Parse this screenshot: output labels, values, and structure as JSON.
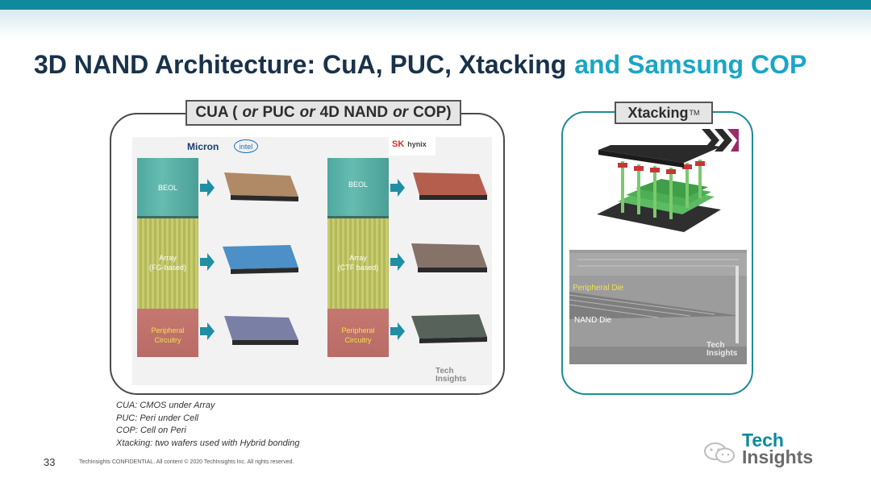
{
  "slide": {
    "title_main": "3D NAND Architecture: CuA, PUC, Xtacking",
    "title_accent": "and Samsung COP",
    "cua_panel": {
      "label_parts": [
        "CUA (",
        "or",
        " PUC ",
        "or",
        " 4D NAND ",
        "or",
        " COP)"
      ],
      "logos": {
        "micron": "Micron",
        "intel": "intel",
        "sk": "SK",
        "hynix": "hynix"
      },
      "left_stack": {
        "beol": "BEOL",
        "array_1": "Array",
        "array_2": "(FG-based)",
        "peri_1": "Peripheral",
        "peri_2": "Circuitry"
      },
      "right_stack": {
        "beol": "BEOL",
        "array_1": "Array",
        "array_2": "(CTF based)",
        "peri_1": "Peripheral",
        "peri_2": "Circuitry"
      },
      "watermark_1": "Tech",
      "watermark_2": "Insights"
    },
    "xtacking_panel": {
      "label": "Xtacking",
      "tm": "TM",
      "peripheral_die": "Peripheral Die",
      "nand_die": "NAND Die",
      "watermark_1": "Tech",
      "watermark_2": "Insights"
    },
    "notes": [
      "CUA: CMOS under Array",
      "PUC: Peri under Cell",
      "COP: Cell on Peri",
      "Xtacking: two wafers used with Hybrid bonding"
    ],
    "page_number": "33",
    "footer": "TechInsights CONFIDENTIAL. All content © 2020 TechInsights Inc. All rights reserved.",
    "brand": {
      "line1": "Tech",
      "line2": "Insights"
    }
  },
  "colors": {
    "accent": "#19a6c6",
    "title": "#19324a",
    "teal_bar": "#0e8a9c"
  }
}
